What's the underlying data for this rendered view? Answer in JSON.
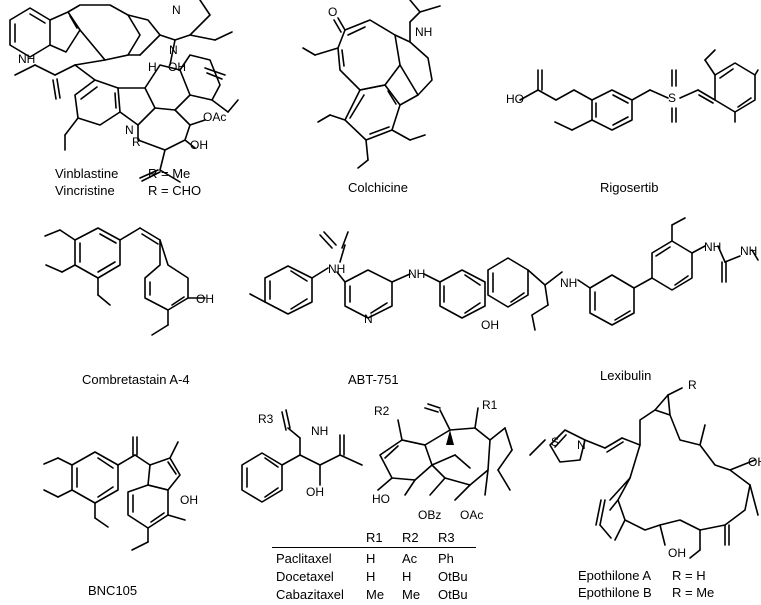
{
  "compounds": {
    "vinblastine": "Vinblastine",
    "vinblastine_r": "R = Me",
    "vincristine": "Vincristine",
    "vincristine_r": "R = CHO",
    "colchicine": "Colchicine",
    "rigosertib": "Rigosertib",
    "combretastatin": "Combretastain A-4",
    "abt751": "ABT-751",
    "lexibulin": "Lexibulin",
    "bnc105": "BNC105",
    "epothilone_a": "Epothilone A",
    "epothilone_a_r": "R = H",
    "epothilone_b": "Epothilone B",
    "epothilone_b_r": "R = Me"
  },
  "taxane_table": {
    "headers": [
      "R1",
      "R2",
      "R3"
    ],
    "rows": [
      {
        "name": "Paclitaxel",
        "r1": "H",
        "r2": "Ac",
        "r3": "Ph"
      },
      {
        "name": "Docetaxel",
        "r1": "H",
        "r2": "H",
        "r3": "OtBu"
      },
      {
        "name": "Cabazitaxel",
        "r1": "Me",
        "r2": "Me",
        "r3": "OtBu"
      }
    ]
  },
  "atom_labels": {
    "nh": "NH",
    "n": "N",
    "oh": "OH",
    "h": "H",
    "o": "O",
    "s": "S",
    "oac": "OAc",
    "obz": "OBz",
    "r": "R",
    "ho": "HO",
    "r1": "R1",
    "r2": "R2",
    "r3": "R3"
  }
}
